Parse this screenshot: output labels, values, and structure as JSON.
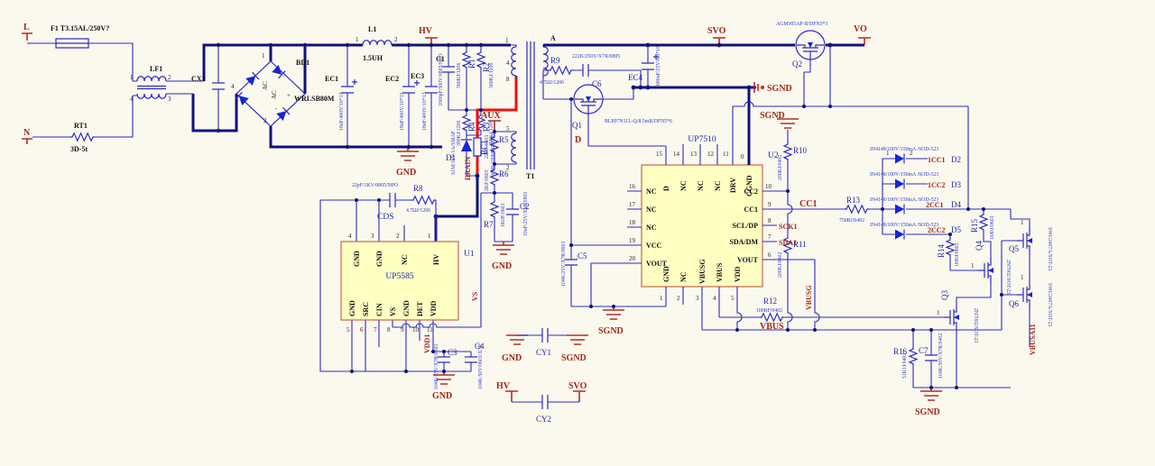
{
  "ac_input": {
    "l": "L",
    "n": "N",
    "f1_label": "F1 T3.15AL/250V?",
    "rt1": "RT1",
    "rt1_val": "3D-5t",
    "lf1": "LF1",
    "lf1_p1": "1",
    "lf1_p2": "2",
    "lf1_p3": "3",
    "lf1_p4": "4",
    "cx1": "CX1",
    "bd1": "BD1",
    "bd1_val": "WRLSB80M",
    "bd1_p1": "1",
    "bd1_p2": "2",
    "bd1_p4": "4",
    "bd1_ac1": "AC",
    "bd1_ac2": "AC",
    "bd1_plus": "+",
    "bd1_minus": "-"
  },
  "bulk": {
    "ec1": "EC1",
    "ec2": "EC2",
    "ec3": "EC3",
    "ec_val": "18uF/400V/10*13",
    "l1": "L1",
    "l1_val": "1.5UH",
    "p1": "1",
    "p2": "2",
    "hv": "HV",
    "gnd": "GND"
  },
  "clamp": {
    "c1": "C1",
    "c1_val": "1000pF/500V/0805/NPO",
    "r1": "R1",
    "r1_val": "560KJ/1206",
    "r2": "R2",
    "r2_val": "560KJ/1206",
    "r3": "R3",
    "r3_val": "390KJ/1206",
    "r4": "R4",
    "r4_val": "390KJ/1206",
    "d1": "D1",
    "d1_val": "S1M/1kV/1A/SMAF",
    "bc1": "BC1",
    "bc1_val": "600R/100MHZ/1210",
    "drain": "DRAIN"
  },
  "t1": {
    "ref": "T1",
    "p1": "1",
    "p4": "4",
    "p8": "8",
    "p5": "5",
    "p2": "2",
    "a": "A"
  },
  "aux": {
    "label": "AUX",
    "r5": "R5",
    "r5_val": "22RF/0603",
    "r6": "R6",
    "r6_val": "2KF/0603",
    "r7": "R7",
    "r7_val": "1K0F/0603",
    "c2": "C2",
    "c2_val": "10uF/25V/X5R/0805",
    "gnd": "GND",
    "vs": "VS"
  },
  "u1": {
    "ref": "U1",
    "part": "UP5585",
    "cds": "CDS",
    "cds_val": "22pF/1KV/0805/NPO",
    "r8": "R8",
    "r8_val": "4.7ΩJ/1206",
    "c3": "C3",
    "c3_val": "104K/25V/X7R/0603",
    "c4": "C4",
    "c4_val": "104K/50V/0603/X7R",
    "gnd1": "GND",
    "vdd1": "VDD1",
    "top": [
      {
        "n": "4",
        "name": "GND"
      },
      {
        "n": "3",
        "name": "GND"
      },
      {
        "n": "2",
        "name": "NC"
      },
      {
        "n": "1",
        "name": "HV"
      }
    ],
    "bottom": [
      {
        "n": "5",
        "name": "GND"
      },
      {
        "n": "6",
        "name": "SRC"
      },
      {
        "n": "7",
        "name": "CIN"
      },
      {
        "n": "8",
        "name": "VS"
      },
      {
        "n": "9",
        "name": "GND"
      },
      {
        "n": "10",
        "name": "DET"
      },
      {
        "n": "11",
        "name": "VDD"
      }
    ]
  },
  "sync": {
    "r9": "R9",
    "r9_val": "4.7ΩJ/1206",
    "c6": "C6",
    "c6_val": "222K/250V/X7R/0805",
    "q1": "Q1",
    "q1_val": "BLP07N11L-Q/8.5mR/DFN5*6",
    "d": "D",
    "ec4": "EC4",
    "ec4_val": "680uF/25V/8.5*16",
    "svo": "SVO",
    "sgnd": "SGND"
  },
  "output": {
    "q2": "Q2",
    "q2_val": "AGM305AP-B/DFN3*3",
    "vo": "VO"
  },
  "u2": {
    "ref": "U2",
    "part": "UP7510",
    "top": [
      {
        "n": "15",
        "name": "D"
      },
      {
        "n": "14",
        "name": "NC"
      },
      {
        "n": "13",
        "name": "NC"
      },
      {
        "n": "12",
        "name": "NC"
      },
      {
        "n": "11",
        "name": "DRV"
      },
      {
        "n": "0",
        "name": "CGND"
      }
    ],
    "left": [
      {
        "n": "16",
        "name": "NC"
      },
      {
        "n": "17",
        "name": "NC"
      },
      {
        "n": "18",
        "name": "NC"
      },
      {
        "n": "19",
        "name": "VCC"
      },
      {
        "n": "20",
        "name": "VOUT"
      }
    ],
    "right": [
      {
        "n": "10",
        "name": "CC2"
      },
      {
        "n": "9",
        "name": "CC1"
      },
      {
        "n": "8",
        "name": "SCL/DP"
      },
      {
        "n": "7",
        "name": "SDA/DM"
      },
      {
        "n": "6",
        "name": "VOUT"
      }
    ],
    "bottom": [
      {
        "n": "1",
        "name": "GND"
      },
      {
        "n": "2",
        "name": "NC"
      },
      {
        "n": "3",
        "name": "VBUSG"
      },
      {
        "n": "4",
        "name": "VBUS"
      },
      {
        "n": "5",
        "name": "VDD"
      }
    ],
    "c5": "C5",
    "c5_val": "104K/25V/X7R/0603",
    "sgnd1": "SGND",
    "sgnd_r10": "SGND",
    "r10": "R10",
    "r10_val": "200KJ/0402",
    "r11": "R11",
    "r11_val": "200KJ/0402",
    "r12": "R12",
    "r12_val": "100RF/0402",
    "cc1": "CC1",
    "sck1": "SCK1",
    "sda1": "SDA1",
    "vbus": "VBUS",
    "vbusg": "VBUSG"
  },
  "cc": {
    "r13": "R13",
    "r13_val": "750RJ/0402",
    "d_val": "IN4148/100V/150mA /SOD-523",
    "d2": "D2",
    "d3": "D3",
    "d4": "D4",
    "d5": "D5",
    "n2": "1CC1",
    "n3": "1CC2",
    "n4": "2CC1",
    "n5": "2CC2",
    "p1": "1",
    "p2": "2",
    "r14": "R14",
    "r14_val": "1M0J/0603",
    "r15": "R15",
    "r15_val": "1M0J/0603"
  },
  "sw": {
    "q3": "Q3",
    "q3_val": "2N7002/SOT-23",
    "q4": "Q4",
    "q4_val": "2N7002/SOT-23",
    "q5": "Q5",
    "q5_val": "SWG3407A/SOT-23",
    "q6": "Q6",
    "q6_val": "SWG3407A/SOT-23",
    "p1": "1",
    "vbusa11": "VBUSA11",
    "r16": "R16",
    "r16_val": "51K1J/0402",
    "c7": "C7",
    "c7_val": "104K/50V/X7R/0402",
    "sgnd": "SGND"
  },
  "ycaps": {
    "cy1": "CY1",
    "cy2": "CY2",
    "gnd": "GND",
    "sgnd": "SGND",
    "hv": "HV",
    "svo": "SVO"
  }
}
